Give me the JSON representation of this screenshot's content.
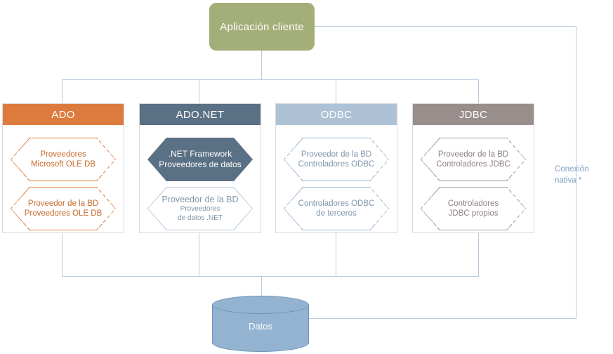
{
  "diagram": {
    "title_box": {
      "label": "Aplicación cliente",
      "color": "#a3ae79",
      "text_color": "#ffffff"
    },
    "native_connection": {
      "line1": "Conexión",
      "line2": "nativa *",
      "color": "#7f9ec4"
    },
    "database": {
      "label": "Datos",
      "color": "#93b3d1",
      "edge_color": "#6e94b8"
    },
    "connector_color": "#b9cbdd",
    "columns": [
      {
        "id": "ado",
        "header": "ADO",
        "header_color": "#dd7b3e",
        "text_color": "#c86a2c",
        "items": [
          {
            "lines": [
              "Proveedores",
              "Microsoft OLE DB"
            ],
            "style": "dashed"
          },
          {
            "lines": [
              "Proveedor de la BD",
              "Proveedores OLE DB"
            ],
            "style": "dashed"
          }
        ]
      },
      {
        "id": "ado-net",
        "header": "ADO.NET",
        "header_color": "#5a7084",
        "text_color": "#7f97ae",
        "items": [
          {
            "lines": [
              ".NET Framework",
              "Proveedores de datos"
            ],
            "style": "filled-slate"
          },
          {
            "lines": [
              "Proveedor de la BD",
              "Proveedores",
              "de datos .NET"
            ],
            "style": "outline-blue"
          }
        ]
      },
      {
        "id": "odbc",
        "header": "ODBC",
        "header_color": "#aec2d6",
        "text_color": "#7f97ae",
        "items": [
          {
            "lines": [
              "Proveedor de la BD",
              "Controladores ODBC"
            ],
            "style": "dashed-blue"
          },
          {
            "lines": [
              "Controladores ODBC",
              "de terceros"
            ],
            "style": "dashed-blue"
          }
        ]
      },
      {
        "id": "jdbc",
        "header": "JDBC",
        "header_color": "#988e8b",
        "text_color": "#8d8280",
        "items": [
          {
            "lines": [
              "Proveedor de la BD",
              "Controladores JDBC"
            ],
            "style": "dashed-gray"
          },
          {
            "lines": [
              "Controladores",
              "JDBC propios"
            ],
            "style": "dashed-gray"
          }
        ]
      }
    ]
  }
}
